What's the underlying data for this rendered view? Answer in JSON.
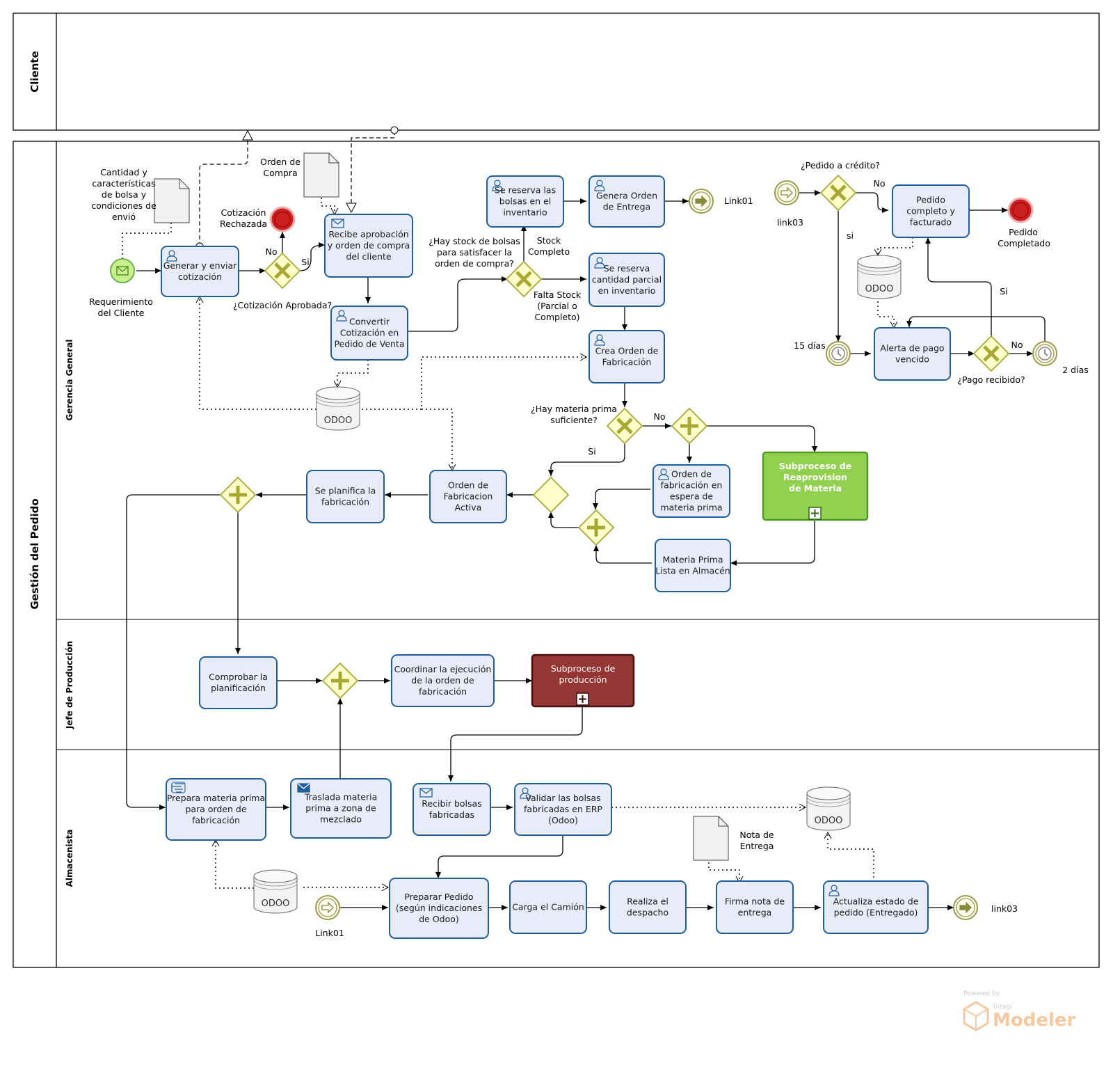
{
  "pools": {
    "cliente": "Cliente",
    "gestion": "Gestión del Pedido"
  },
  "lanes": {
    "gerencia": "Gerencia General",
    "jefe": "Jefe de Producción",
    "almacenista": "Almacenista"
  },
  "tasks": {
    "generar": [
      "Generar y enviar",
      "cotización"
    ],
    "recibe": [
      "Recibe aprobación",
      "y orden de compra",
      "del cliente"
    ],
    "convertir": [
      "Convertir",
      "Cotización en",
      "Pedido de Venta"
    ],
    "reserva_bolsas": [
      "Se reserva las",
      "bolsas en el",
      "inventario"
    ],
    "genera_entrega": [
      "Genera Orden",
      "de Entrega"
    ],
    "reserva_parcial": [
      "Se reserva",
      "cantidad parcial",
      "en inventario"
    ],
    "crea_fabricacion": [
      "Crea Orden de",
      "Fabricación"
    ],
    "orden_espera": [
      "Orden de",
      "fabricación en",
      "espera de",
      "materia prima"
    ],
    "materia_lista": [
      "Materia Prima",
      "Lista en Almacén"
    ],
    "orden_activa": [
      "Orden de",
      "Fabricacion",
      "Activa"
    ],
    "planifica": [
      "Se planifica la",
      "fabricación"
    ],
    "pedido_completo": [
      "Pedido",
      "completo y",
      "facturado"
    ],
    "alerta_pago": [
      "Alerta de pago",
      "vencido"
    ],
    "comprobar": [
      "Comprobar la",
      "planificación"
    ],
    "coordinar": [
      "Coordinar la ejecución",
      "de la orden de",
      "fabricación"
    ],
    "prepara_materia": [
      "Prepara materia prima",
      "para orden de",
      "fabricación"
    ],
    "traslada": [
      "Traslada materia",
      "prima a zona de",
      "mezclado"
    ],
    "recibir_bolsas": [
      "Recibir bolsas",
      "fabricadas"
    ],
    "validar": [
      "Validar las bolsas",
      "fabricadas en ERP",
      "(Odoo)"
    ],
    "preparar_pedido": [
      "Preparar Pedido",
      "(según indicaciones",
      "de Odoo)"
    ],
    "carga": [
      "Carga el Camión"
    ],
    "despacho": [
      "Realiza el",
      "despacho"
    ],
    "firma": [
      "Firma nota de",
      "entrega"
    ],
    "actualiza": [
      "Actualiza estado de",
      "pedido (Entregado)"
    ]
  },
  "subprocesses": {
    "reaprovision": [
      "Subproceso de",
      "Reaprovision",
      "de Materia"
    ],
    "produccion": [
      "Subproceso de",
      "producción"
    ]
  },
  "documents": {
    "cantidad": [
      "Cantidad y",
      "características",
      "de bolsa y",
      "condiciones de",
      "envió"
    ],
    "orden_compra": [
      "Orden de",
      "Compra"
    ],
    "nota_entrega": [
      "Nota de",
      "Entrega"
    ]
  },
  "datastore_label": "ODOO",
  "events": {
    "requerimiento": [
      "Requerimiento",
      "del Cliente"
    ],
    "cotizacion_rechazada": [
      "Cotización",
      "Rechazada"
    ],
    "link01_end": "Link01",
    "link03_start": "link03",
    "pedido_completado": [
      "Pedido",
      "Completado"
    ],
    "quince_dias": "15 días",
    "dos_dias": "2 días",
    "link01_start": "Link01",
    "link03_end": "link03"
  },
  "gateways": {
    "cotizacion_aprobada": "¿Cotización Aprobada?",
    "hay_stock": [
      "¿Hay stock de bolsas",
      "para satisfacer la",
      "orden de compra?"
    ],
    "hay_materia": [
      "¿Hay materia prima",
      "suficiente?"
    ],
    "pedido_credito": "¿Pedido a crédito?",
    "pago_recibido": "¿Pago recibido?"
  },
  "flow_labels": {
    "no": "No",
    "si": "Si",
    "si_lower": "si",
    "stock_completo": [
      "Stock",
      "Completo"
    ],
    "falta_stock": [
      "Falta Stock",
      "(Parcial o",
      "Completo)"
    ]
  },
  "watermark": {
    "powered": "Powered by",
    "brand": "bizagi",
    "product": "Modeler"
  },
  "colors": {
    "task_fill": "#e8ecf9",
    "task_stroke": "#1f5f9e",
    "gateway_fill": "#ffffcc",
    "gateway_stroke": "#a8a832",
    "gateway_mark": "#a8a832",
    "start_fill": "#c8f08c",
    "start_stroke": "#6ab04c",
    "end_fill": "#cc1f1f",
    "intermediate_stroke": "#9a9a4a",
    "subprocess_green": "#92d050",
    "subprocess_green_stroke": "#4e9a26",
    "subprocess_red": "#943634",
    "subprocess_red_stroke": "#5a1010",
    "datastore_fill": "#f3f3f3"
  }
}
